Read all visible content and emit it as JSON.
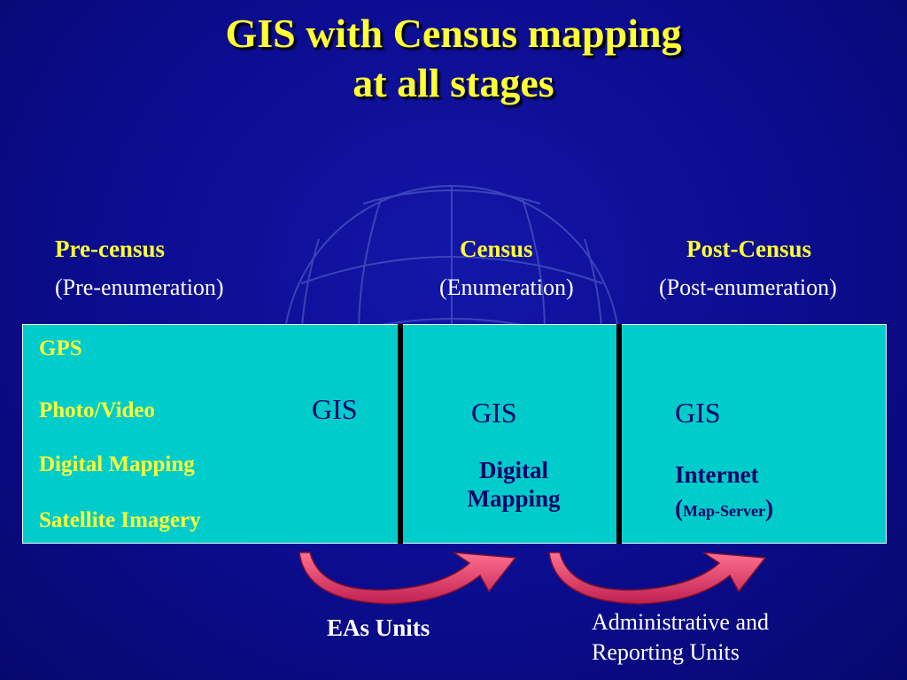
{
  "title": {
    "line1": "GIS with Census mapping",
    "line2": "at all stages"
  },
  "stages": {
    "pre": {
      "name": "Pre-census",
      "sub": "(Pre-enumeration)"
    },
    "census": {
      "name": "Census",
      "sub": "(Enumeration)"
    },
    "post": {
      "name": "Post-Census",
      "sub": "(Post-enumeration)"
    }
  },
  "panel_pre": {
    "items": [
      "GPS",
      "Photo/Video",
      "Digital Mapping",
      "Satellite Imagery"
    ],
    "gis": "GIS"
  },
  "panel_census": {
    "gis": "GIS",
    "line1": "Digital",
    "line2": "Mapping"
  },
  "panel_post": {
    "gis": "GIS",
    "line1": "Internet",
    "open": "(",
    "server": "Map-Server",
    "close": ")"
  },
  "bottom": {
    "eas": "EAs Units",
    "admin_line1": "Administrative and",
    "admin_line2": "Reporting Units"
  },
  "colors": {
    "background": "#0b0c8e",
    "panel": "#00cccc",
    "heading": "#ffff33",
    "arrow": "#e0406a"
  }
}
